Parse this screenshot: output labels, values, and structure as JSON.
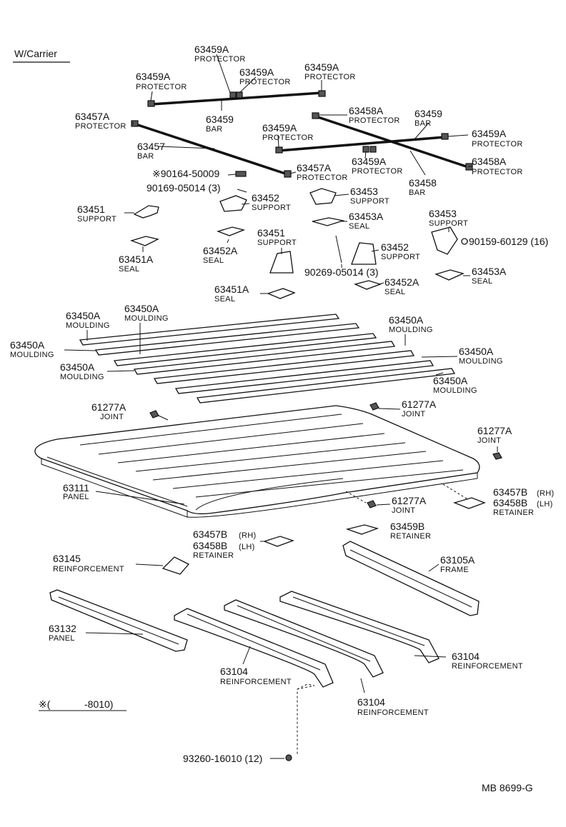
{
  "header": {
    "title": "W/Carrier",
    "footnote_symbol": "※(",
    "footnote_range": "-8010)"
  },
  "footer": {
    "code": "MB  8699-G"
  },
  "labels": {
    "l63459A_t1": {
      "num": "63459A",
      "name": "PROTECTOR"
    },
    "l63459A_t2": {
      "num": "63459A",
      "name": "PROTECTOR"
    },
    "l63459A_t3": {
      "num": "63459A",
      "name": "PROTECTOR"
    },
    "l63459A_l1": {
      "num": "63459A",
      "name": "PROTECTOR"
    },
    "l63459_bar1": {
      "num": "63459",
      "name": "BAR"
    },
    "l63457A_1": {
      "num": "63457A",
      "name": "PROTECTOR"
    },
    "l63457_bar": {
      "num": "63457",
      "name": "BAR"
    },
    "l63458A_1": {
      "num": "63458A",
      "name": "PROTECTOR"
    },
    "l63459_bar2": {
      "num": "63459",
      "name": "BAR"
    },
    "l63459A_m1": {
      "num": "63459A",
      "name": "PROTECTOR"
    },
    "l63459A_r1": {
      "num": "63459A",
      "name": "PROTECTOR"
    },
    "l63459A_m2": {
      "num": "63459A",
      "name": "PROTECTOR"
    },
    "l63458A_2": {
      "num": "63458A",
      "name": "PROTECTOR"
    },
    "l63458_bar": {
      "num": "63458",
      "name": "BAR"
    },
    "l63457A_2": {
      "num": "63457A",
      "name": "PROTECTOR"
    },
    "bolt_90164": "※90164-50009",
    "bolt_90169": "90169-05014 (3)",
    "l63452_1": {
      "num": "63452",
      "name": "SUPPORT"
    },
    "l63453_1": {
      "num": "63453",
      "name": "SUPPORT"
    },
    "l63451_1": {
      "num": "63451",
      "name": "SUPPORT"
    },
    "l63453A_1": {
      "num": "63453A",
      "name": "SEAL"
    },
    "l63453_2": {
      "num": "63453",
      "name": "SUPPORT"
    },
    "screw_90159": "90159-60129 (16)",
    "l63451A_1": {
      "num": "63451A",
      "name": "SEAL"
    },
    "l63452A_1": {
      "num": "63452A",
      "name": "SEAL"
    },
    "l63451_2": {
      "num": "63451",
      "name": "SUPPORT"
    },
    "l63452_2": {
      "num": "63452",
      "name": "SUPPORT"
    },
    "bolt_90269": "90269-05014 (3)",
    "l63453A_2": {
      "num": "63453A",
      "name": "SEAL"
    },
    "l63451A_2": {
      "num": "63451A",
      "name": "SEAL"
    },
    "l63452A_2": {
      "num": "63452A",
      "name": "SEAL"
    },
    "l63450A_1": {
      "num": "63450A",
      "name": "MOULDING"
    },
    "l63450A_2": {
      "num": "63450A",
      "name": "MOULDING"
    },
    "l63450A_3": {
      "num": "63450A",
      "name": "MOULDING"
    },
    "l63450A_4": {
      "num": "63450A",
      "name": "MOULDING"
    },
    "l63450A_5": {
      "num": "63450A",
      "name": "MOULDING"
    },
    "l63450A_6": {
      "num": "63450A",
      "name": "MOULDING"
    },
    "l63450A_7": {
      "num": "63450A",
      "name": "MOULDING"
    },
    "l61277A_1": {
      "num": "61277A",
      "name": "JOINT"
    },
    "l61277A_2": {
      "num": "61277A",
      "name": "JOINT"
    },
    "l61277A_3": {
      "num": "61277A",
      "name": "JOINT"
    },
    "l61277A_4": {
      "num": "61277A",
      "name": "JOINT"
    },
    "l63111": {
      "num": "63111",
      "name": "PANEL"
    },
    "l63457B_r": {
      "num1": "63457B",
      "tag1": "(RH)",
      "num2": "63458B",
      "tag2": "(LH)",
      "name": "RETAINER"
    },
    "l63459B": {
      "num": "63459B",
      "name": "RETAINER"
    },
    "l63457B_l": {
      "num1": "63457B",
      "tag1": "(RH)",
      "num2": "63458B",
      "tag2": "(LH)",
      "name": "RETAINER"
    },
    "l63145": {
      "num": "63145",
      "name": "REINFORCEMENT"
    },
    "l63105A": {
      "num": "63105A",
      "name": "FRAME"
    },
    "l63132": {
      "num": "63132",
      "name": "PANEL"
    },
    "l63104_r": {
      "num": "63104",
      "name": "REINFORCEMENT"
    },
    "l63104_l": {
      "num": "63104",
      "name": "REINFORCEMENT"
    },
    "l63104_m": {
      "num": "63104",
      "name": "REINFORCEMENT"
    },
    "bolt_93260": "93260-16010 (12)"
  }
}
